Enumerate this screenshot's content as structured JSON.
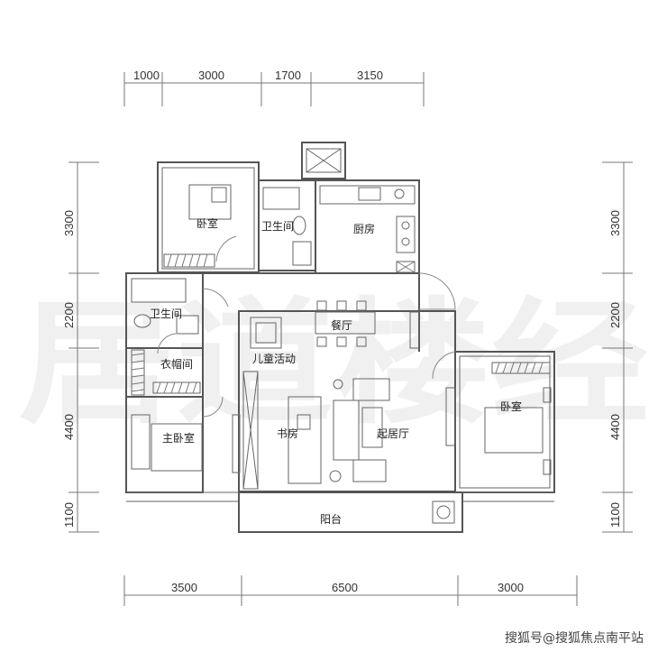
{
  "dimensions": {
    "top": [
      "1000",
      "3000",
      "1700",
      "3150"
    ],
    "left": [
      "3300",
      "2200",
      "4400",
      "1100"
    ],
    "right": [
      "3300",
      "2200",
      "4400",
      "1100"
    ],
    "bottom": [
      "3500",
      "6500",
      "3000"
    ]
  },
  "rooms": {
    "bedroom_top": "卧室",
    "bathroom_upper": "卫生间",
    "kitchen": "厨房",
    "bathroom_lower": "卫生间",
    "dining": "餐厅",
    "closet": "衣帽间",
    "kids_area": "儿童活动",
    "master_bedroom": "主卧室",
    "study": "书房",
    "living_room": "起居厅",
    "bedroom_right": "卧室",
    "balcony": "阳台"
  },
  "watermark": "居道楼经",
  "footer": "搜狐号@搜狐焦点南平站"
}
